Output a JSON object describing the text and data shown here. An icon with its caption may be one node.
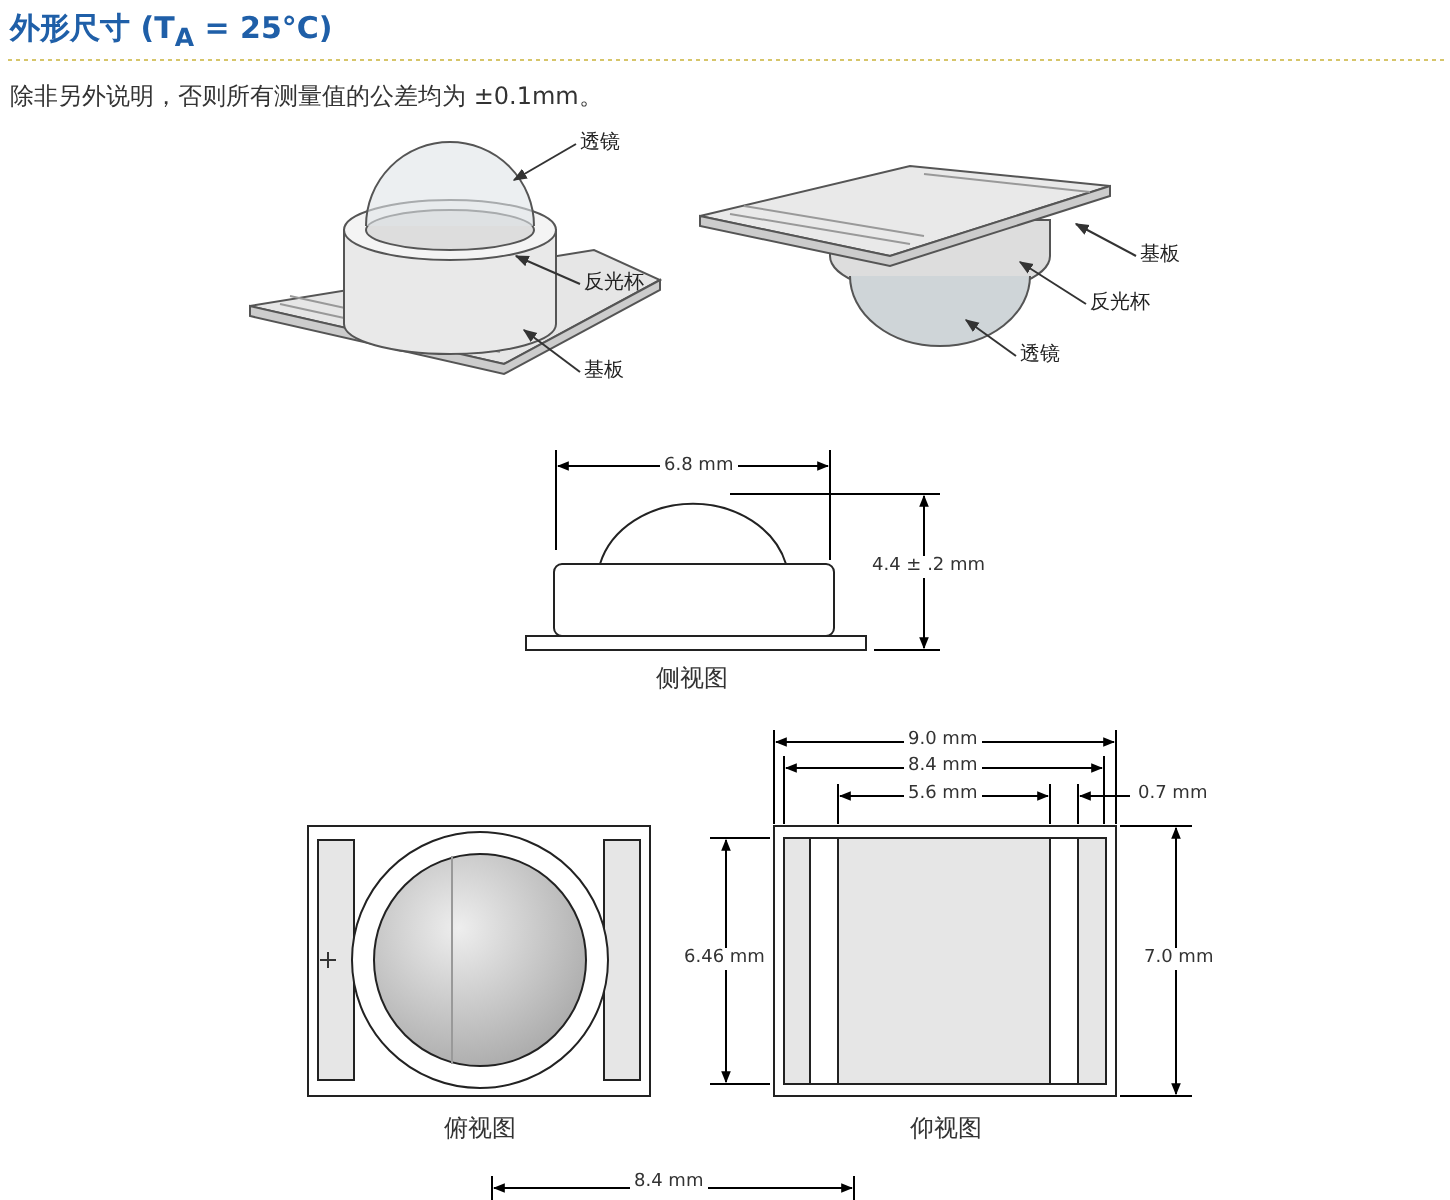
{
  "diagram": {
    "title": "外形尺寸 (T$_{A}$ = 25°C)",
    "nodes": [
      {
        "text": [
          "透镜"
        ]
      },
      {
        "text": [
          "反光杯"
        ]
      },
      {
        "text": [
          "基板"
        ]
      },
      {
        "text": [
          "基板"
        ]
      },
      {
        "text": [
          "反光杯"
        ]
      },
      {
        "text": [
          "透镜"
        ]
      }
    ],
    "edges": [
      {
        "from": 0,
        "to": null,
        "arrow": "to"
      },
      {
        "from": 1,
        "to": null,
        "arrow": "to"
      },
      {
        "from": 2,
        "to": null,
        "arrow": "to"
      },
      {
        "from": 3,
        "to": null,
        "arrow": "to"
      },
      {
        "from": 4,
        "to": null,
        "arrow": "to"
      },
      {
        "from": 5,
        "to": null,
        "arrow": "to"
      }
    ],
    "labels": [
      "除非另外说明，否则所有测量值的公差均为 ±0.1mm。",
      "6.8 mm",
      "4.4 ± .2 mm",
      "侧视图",
      "9.0 mm",
      "8.4 mm",
      "5.6 mm",
      "0.7 mm",
      "6.46 mm",
      "7.0 mm",
      "俯视图",
      "仰视图",
      "8.4 mm"
    ]
  }
}
